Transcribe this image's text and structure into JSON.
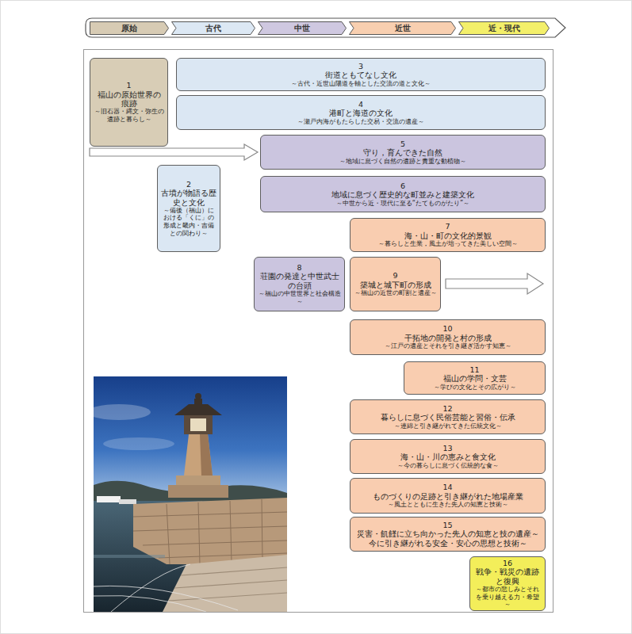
{
  "diagram": {
    "nodes": [
      {
        "text": [
          "原始"
        ]
      },
      {
        "text": [
          "古代"
        ]
      },
      {
        "text": [
          "中世"
        ]
      },
      {
        "text": [
          "近世"
        ]
      },
      {
        "text": [
          "近・現代"
        ]
      },
      {
        "text": [
          "1",
          "福山の原始世界の痕跡",
          "～旧石器・縄文・弥生の遺跡と暮らし～"
        ]
      },
      {
        "text": [
          "2",
          "古墳が物語る歴史と文化",
          "～備後（福山）における「くに」の形成と畿内・吉備との関わり～"
        ]
      },
      {
        "text": [
          "3",
          "街道ともてなし文化",
          "～古代・近世山陽道を軸とした交流の道と文化～"
        ]
      },
      {
        "text": [
          "4",
          "港町と海道の文化",
          "～瀬戸内海がもたらした交易・交流の遺産～"
        ]
      },
      {
        "text": [
          "5",
          "守り，育んできた自然",
          "～地域に息づく自然の遺跡と貴重な動植物～"
        ]
      },
      {
        "text": [
          "6",
          "地域に息づく歴史的な町並みと建築文化",
          "～中世から近・現代に至る“たてものがたり”～"
        ]
      },
      {
        "text": [
          "7",
          "海・山・町の文化的景観",
          "～暮らしと生業，風土が培ってきた美しい空間～"
        ]
      },
      {
        "text": [
          "8",
          "荘園の発達と中世武士の台頭",
          "～福山の中世世界と社会構造～"
        ]
      },
      {
        "text": [
          "9",
          "築城と城下町の形成",
          "～福山の近世の町割と遺産～"
        ]
      },
      {
        "text": [
          "10",
          "干拓地の開発と村の形成",
          "～江戸の遺産とそれを引き継ぎ活かす知恵～"
        ]
      },
      {
        "text": [
          "11",
          "福山の学問・文芸",
          "～学びの文化とその広がり～"
        ]
      },
      {
        "text": [
          "12",
          "暮らしに息づく民俗芸能と習俗・伝承",
          "～連綿と引き継がれてきた伝統文化～"
        ]
      },
      {
        "text": [
          "13",
          "海・山・川の恵みと食文化",
          "～今の暮らしに息づく伝統的な食～"
        ]
      },
      {
        "text": [
          "14",
          "ものづくりの足跡と引き継がれた地場産業",
          "～風土とともに生きた先人の知恵と技術～"
        ]
      },
      {
        "text": [
          "15",
          "災害・飢饉に立ち向かった先人の知恵と技の遺産～今に引き継がれる安全・安心の思想と技術～"
        ]
      },
      {
        "text": [
          "16",
          "戦争・戦災の遺跡と復興",
          "～都市の悲しみとそれを乗り越える力・希望～"
        ]
      }
    ]
  }
}
